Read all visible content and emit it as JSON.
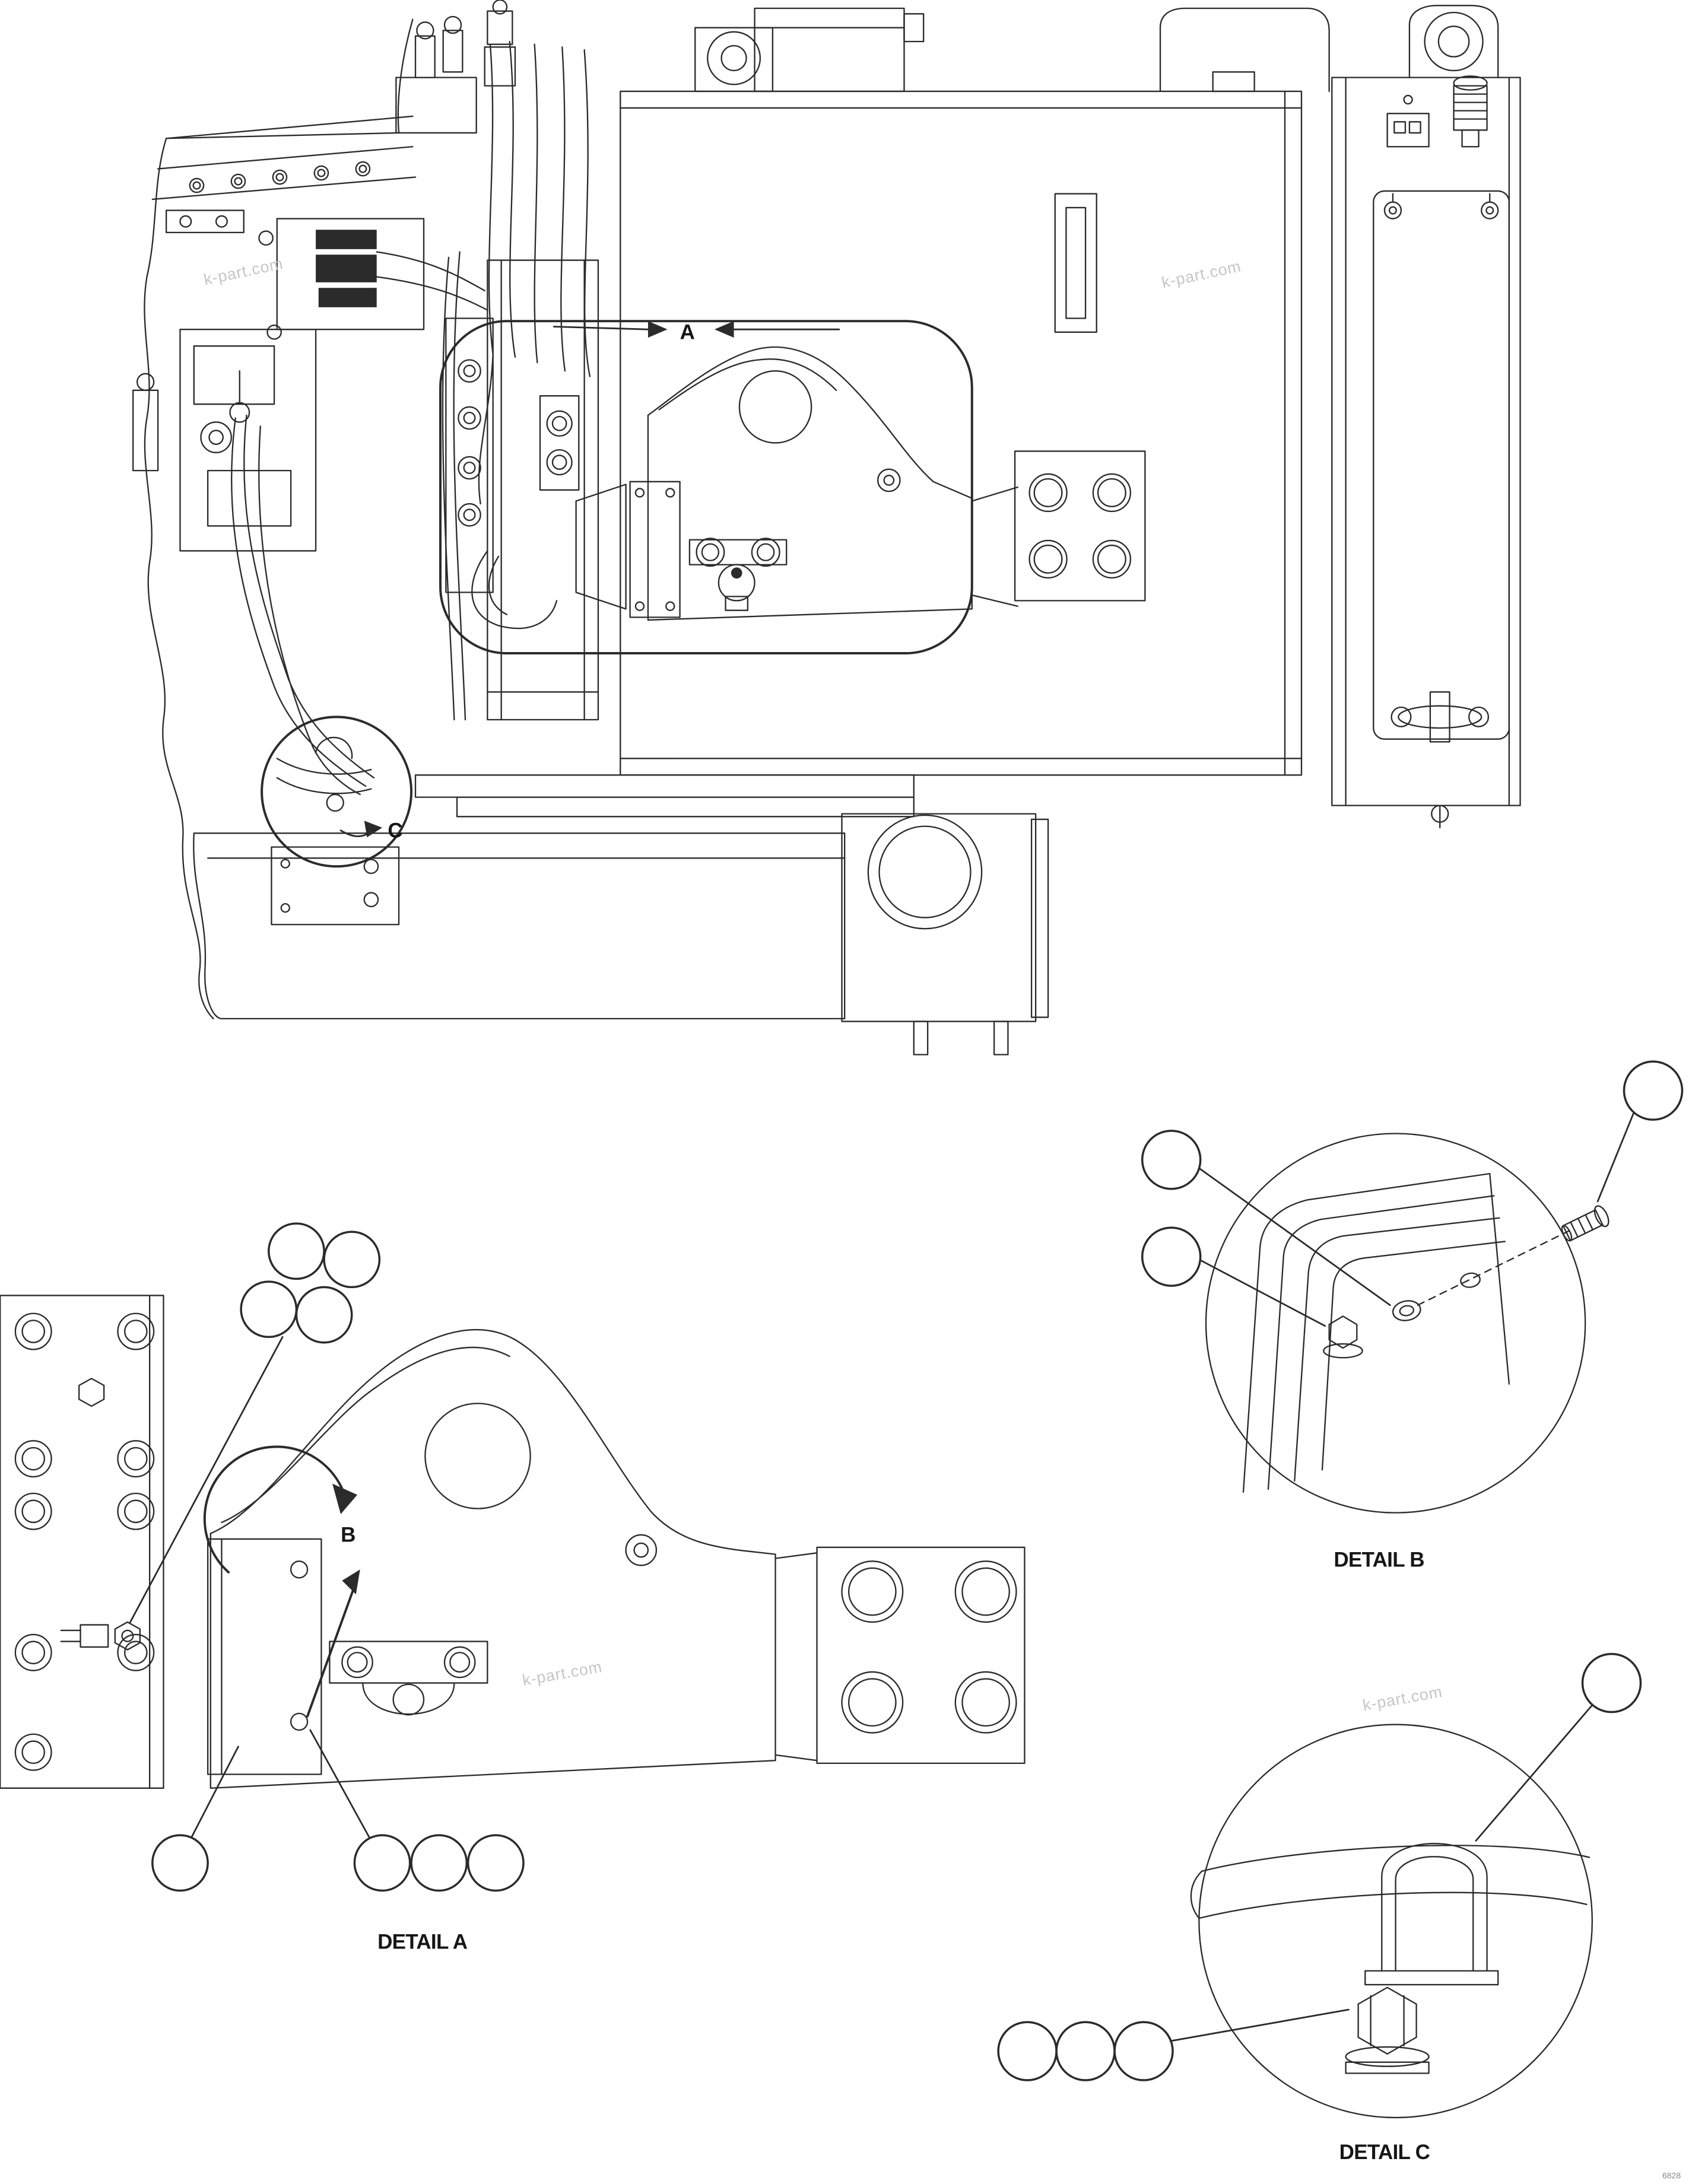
{
  "document": {
    "type": "machine parts exploded diagram",
    "watermark_text": "k-part.com",
    "page_code": "6828"
  },
  "main_view": {
    "description": "hydraulic power unit assembly line drawing",
    "callout_a_label": "A",
    "callout_c_label": "C"
  },
  "detail_a": {
    "caption": "DETAIL A",
    "rotation_callout_label": "B",
    "balloons": {
      "top_cluster": 4,
      "bottom_single": 1,
      "bottom_row": 3
    }
  },
  "detail_b": {
    "caption": "DETAIL B",
    "balloons": {
      "top_right": 1,
      "left_column": 2
    }
  },
  "detail_c": {
    "caption": "DETAIL C",
    "balloons": {
      "top_right": 1,
      "bottom_row": 3
    }
  }
}
